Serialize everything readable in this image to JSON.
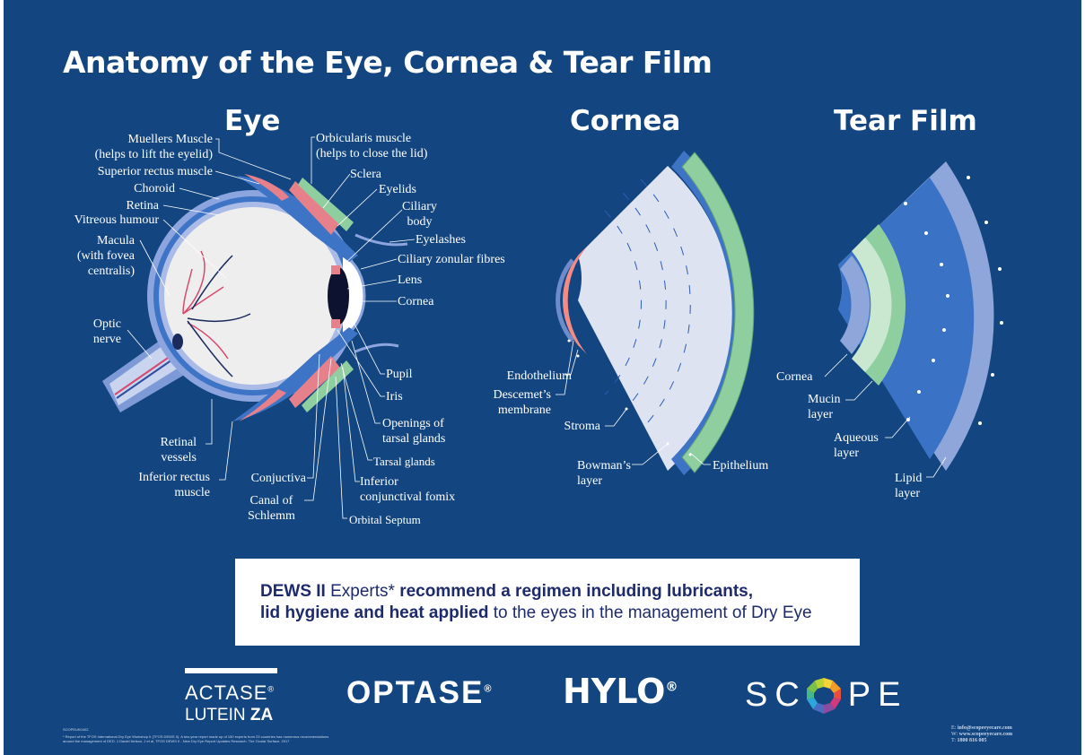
{
  "title": "Anatomy of the Eye, Cornea & Tear Film",
  "sections": {
    "eye": "Eye",
    "cornea": "Cornea",
    "tear_film": "Tear Film"
  },
  "eye_labels": {
    "muellers": "Muellers Muscle",
    "muellers_sub": "(helps to lift the eyelid)",
    "superior_rectus": "Superior rectus muscle",
    "choroid": "Choroid",
    "retina": "Retina",
    "vitreous": "Vitreous humour",
    "macula": "Macula",
    "macula_sub1": "(with fovea",
    "macula_sub2": "centralis)",
    "optic1": "Optic",
    "optic2": "nerve",
    "retinal_vessels1": "Retinal",
    "retinal_vessels2": "vessels",
    "inferior_rectus1": "Inferior rectus",
    "inferior_rectus2": "muscle",
    "orbicularis": "Orbicularis muscle",
    "orbicularis_sub": "(helps to close the lid)",
    "sclera": "Sclera",
    "eyelids": "Eyelids",
    "ciliary_body1": "Ciliary",
    "ciliary_body2": "body",
    "eyelashes": "Eyelashes",
    "ciliary_zonular": "Ciliary zonular fibres",
    "lens": "Lens",
    "cornea": "Cornea",
    "pupil": "Pupil",
    "iris": "Iris",
    "openings1": "Openings of",
    "openings2": "tarsal glands",
    "tarsal": "Tarsal glands",
    "conjuctiva": "Conjuctiva",
    "inferior_fornix1": "Inferior",
    "inferior_fornix2": "conjunctival fomix",
    "canal1": "Canal of",
    "canal2": "Schlemm",
    "orbital_septum": "Orbital Septum"
  },
  "cornea_labels": {
    "endothelium": "Endothelium",
    "descemet1": "Descemet’s",
    "descemet2": "membrane",
    "stroma": "Stroma",
    "bowman1": "Bowman’s",
    "bowman2": "layer",
    "epithelium": "Epithelium"
  },
  "tear_labels": {
    "cornea": "Cornea",
    "mucin1": "Mucin",
    "mucin2": "layer",
    "aqueous1": "Aqueous",
    "aqueous2": "layer",
    "lipid1": "Lipid",
    "lipid2": "layer"
  },
  "callout": {
    "l1_b1": "DEWS II",
    "l1_t1": " Experts* ",
    "l1_b2": "recommend a regimen including lubricants,",
    "l2_b1": "lid hygiene and heat applied",
    "l2_t1": " to the eyes in the management of Dry Eye"
  },
  "logos": {
    "actase": "ACTASE",
    "actase_reg": "®",
    "lutein": "LUTEIN",
    "za": "ZA",
    "optase": "OPTASE",
    "optase_reg": "®",
    "hylo": "HYLO",
    "hylo_reg": "®",
    "scope_left": "SC",
    "scope_right": "PE"
  },
  "footnote": {
    "code": "SCOPEUK0402",
    "line1": "* Report of the TFOS International Dry Eye Workshop II (TFOS DEWS II). A two-year report made up of 150 experts from 23 countries has numerous recommendations",
    "line2": "around the management of DED. 1 Daniel Nelson, J et al, TFOS DEWS II - New Dry Eye Report Updates Research. The Ocular Surface. 2017"
  },
  "contact": {
    "e_label": "E:",
    "email": "info@scopeeyecare.com",
    "w_label": "W:",
    "web": "www.scopeeyecare.com",
    "t_label": "T:",
    "phone": "1800 816 005"
  },
  "colors": {
    "background": "#134680",
    "callout_text": "#1d2a6b",
    "cornea_epithelium": "#8fcf9f",
    "cornea_stroma": "#dde3f1",
    "cornea_endothelium": "#f28b86",
    "tear_aqueous": "#3a73c6",
    "tear_lipid": "#8ea6da"
  }
}
